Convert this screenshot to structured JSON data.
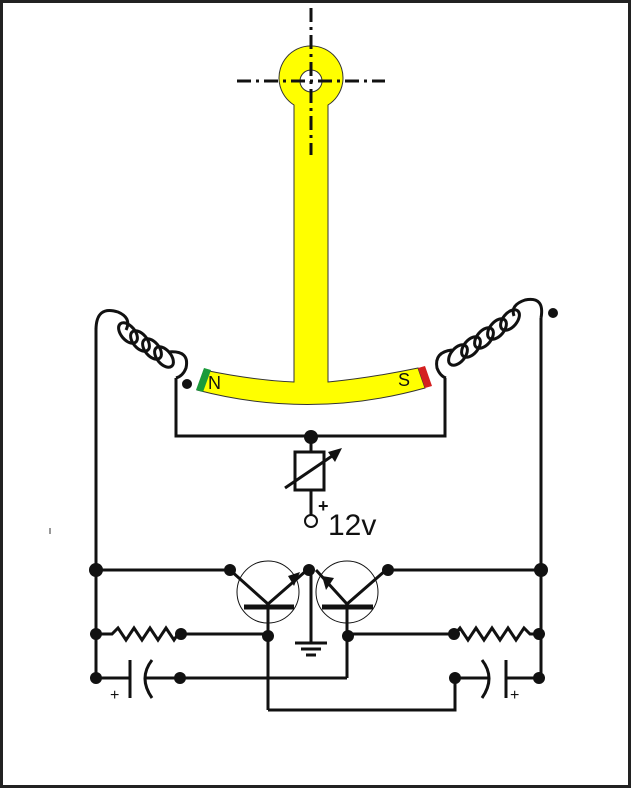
{
  "labels": {
    "north": "N",
    "south": "S",
    "plus_supply": "+",
    "voltage": "12v",
    "cap_plus_left": "+",
    "cap_plus_right": "+"
  },
  "colors": {
    "armature": "#ffff00",
    "north_pole": "#1a9a3a",
    "south_pole": "#d42020",
    "wire": "#111111"
  }
}
